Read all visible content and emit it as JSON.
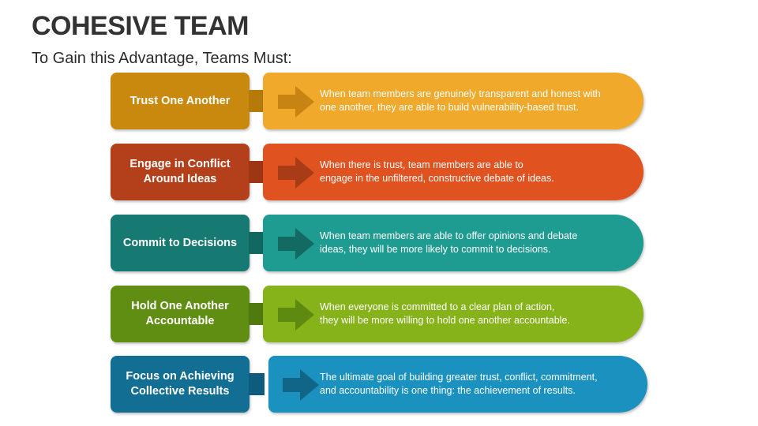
{
  "title": "COHESIVE TEAM",
  "subtitle": "To Gain this Advantage, Teams Must:",
  "rows": [
    {
      "label": "Trust One Another",
      "line1": "When team members are genuinely transparent and honest with",
      "line2": "one another, they are able to build vulnerability-based trust.",
      "color": "#C9890F",
      "connector_color": "#B57A0A",
      "desc_color": "#F0A92A",
      "arrow_color": "#C78413"
    },
    {
      "label": "Engage in Conflict Around Ideas",
      "line1": "When there is trust, team members are able to",
      "line2": "engage in the unfiltered, constructive debate of ideas.",
      "color": "#B3401A",
      "connector_color": "#9E3614",
      "desc_color": "#E0521F",
      "arrow_color": "#A83C16"
    },
    {
      "label": "Commit to Decisions",
      "line1": "When team members are able to offer opinions and debate",
      "line2": "ideas, they will be more likely to commit to decisions.",
      "color": "#177A72",
      "connector_color": "#116861",
      "desc_color": "#1E9C92",
      "arrow_color": "#136A63"
    },
    {
      "label": "Hold One Another Accountable",
      "line1": "When everyone is committed to a clear plan of action,",
      "line2": "they will be more willing to hold one another accountable.",
      "color": "#5F8E12",
      "connector_color": "#507A0E",
      "desc_color": "#86B21A",
      "arrow_color": "#5F8A12"
    },
    {
      "label": "Focus on Achieving Collective Results",
      "line1": "The ultimate goal of building greater trust, conflict, commitment,",
      "line2": "and accountability is one thing: the achievement of results.",
      "color": "#136E94",
      "connector_color": "#0E5C7D",
      "desc_color": "#1A91BF",
      "arrow_color": "#116586"
    }
  ]
}
